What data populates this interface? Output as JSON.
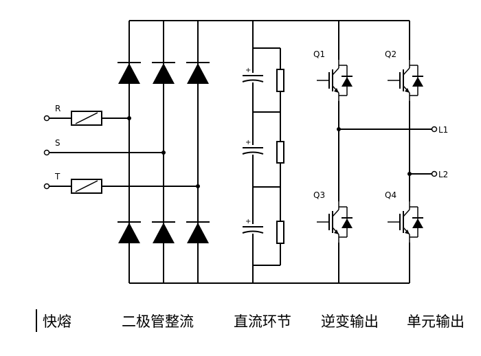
{
  "terminals": {
    "r": "R",
    "s": "S",
    "t": "T",
    "l1": "L1",
    "l2": "L2"
  },
  "transistors": {
    "q1": "Q1",
    "q2": "Q2",
    "q3": "Q3",
    "q4": "Q4"
  },
  "captions": {
    "fuse": "快熔",
    "rectifier": "二极管整流",
    "dc_link": "直流环节",
    "inverter": "逆变输出",
    "unit_output": "单元输出"
  },
  "colors": {
    "line": "#000000",
    "background": "#ffffff"
  }
}
